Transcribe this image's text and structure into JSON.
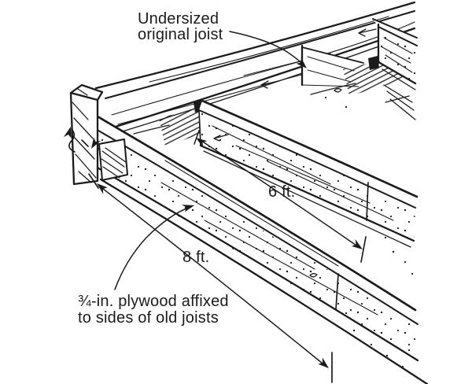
{
  "figure": {
    "background_color": "#ffffff",
    "ink_color": "#1b1b1b"
  },
  "labels": {
    "undersized": {
      "line1": "Undersized",
      "line2": "original joist"
    },
    "dimension_6ft": "6 ft.",
    "dimension_8ft": "8 ft.",
    "plywood": {
      "line1": "¾-in. plywood affixed",
      "line2": "to sides of old joists"
    }
  }
}
